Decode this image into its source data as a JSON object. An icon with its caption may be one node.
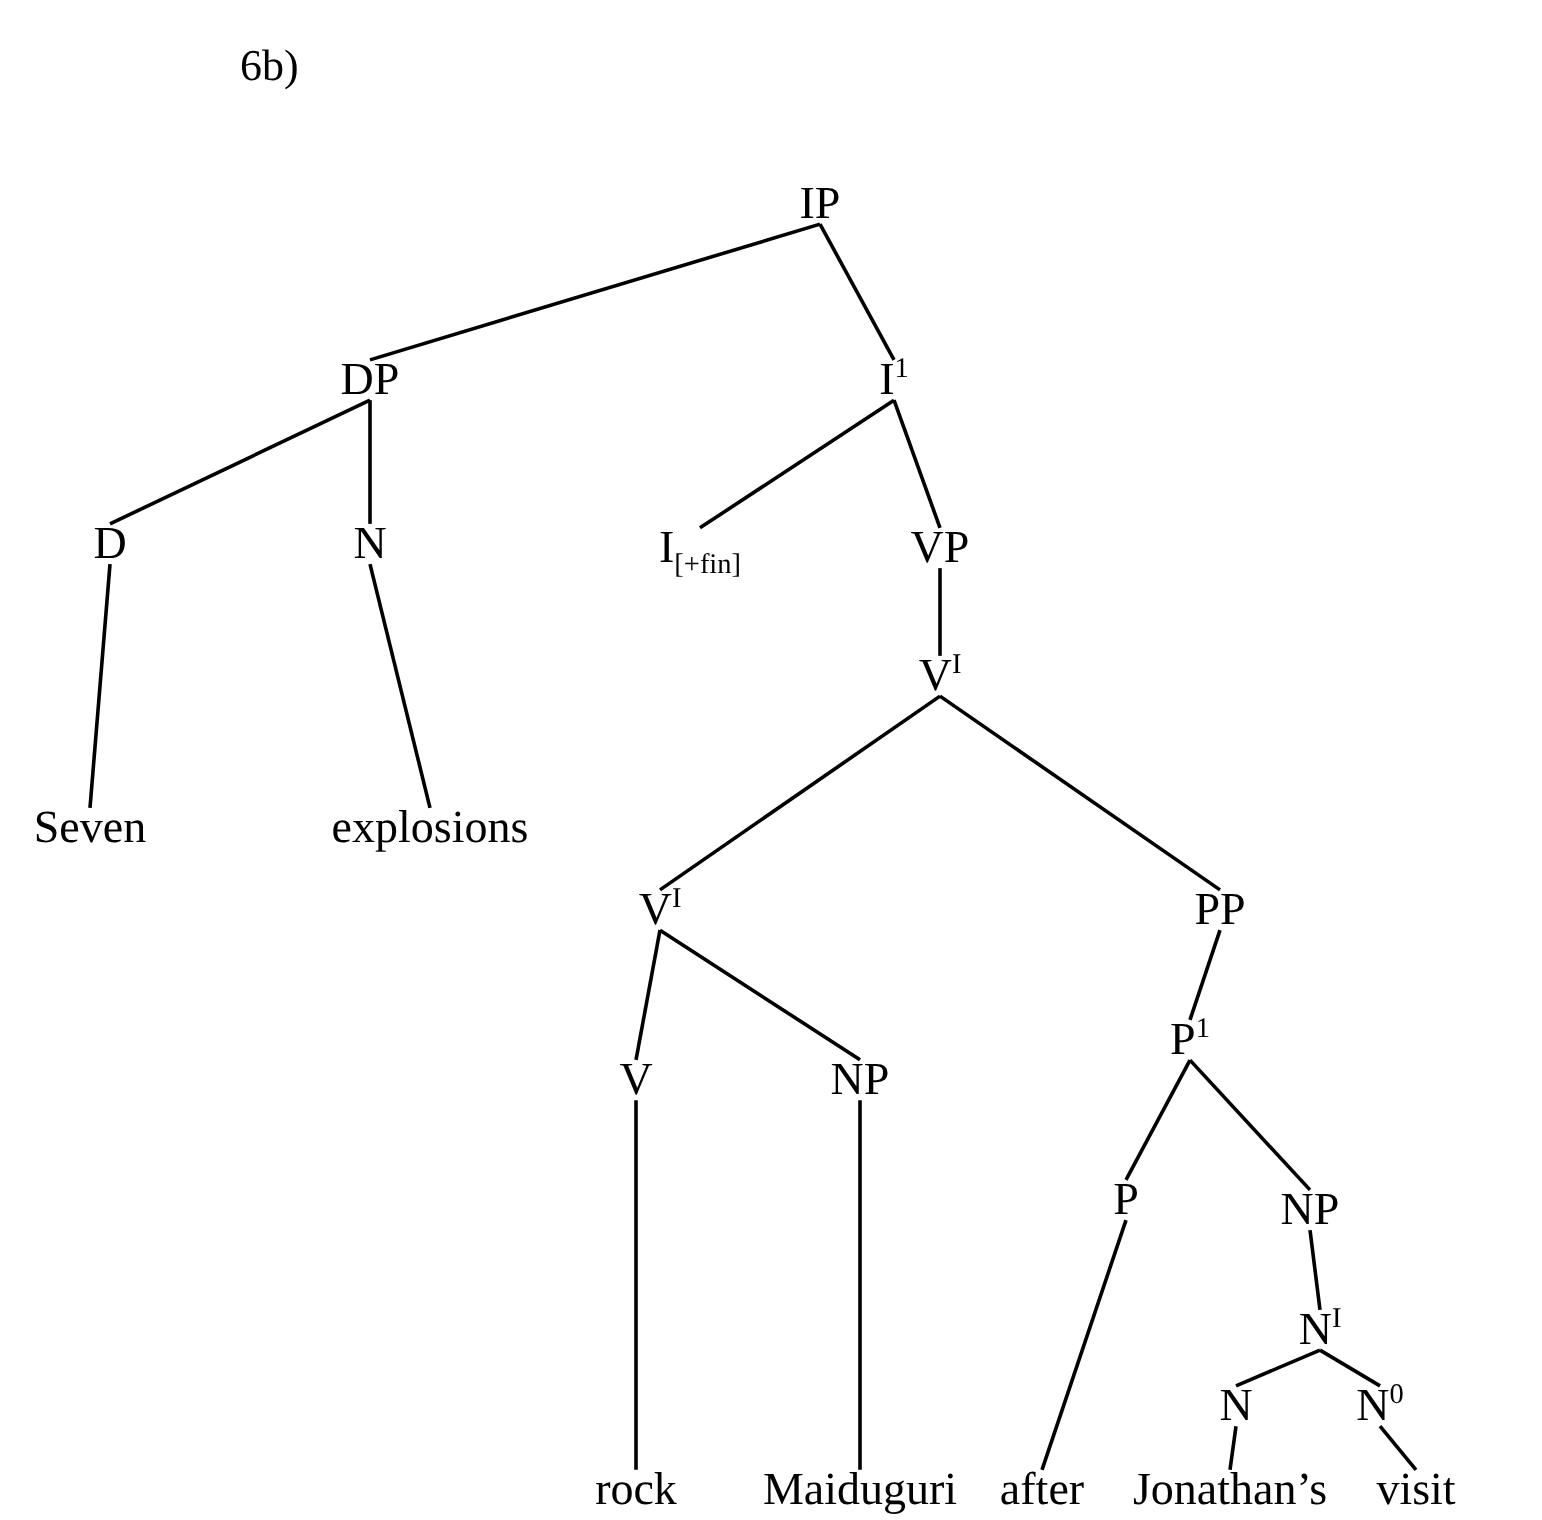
{
  "diagram": {
    "title": "6b)",
    "nodes": [
      {
        "text": [
          "IP"
        ]
      },
      {
        "text": [
          "DP"
        ]
      },
      {
        "text": [
          "I$^{1}$"
        ]
      },
      {
        "text": [
          "D"
        ]
      },
      {
        "text": [
          "N"
        ]
      },
      {
        "text": [
          "I$_{[+fin]}$"
        ]
      },
      {
        "text": [
          "VP"
        ]
      },
      {
        "text": [
          "V$^{I}$"
        ]
      },
      {
        "text": [
          "Seven"
        ]
      },
      {
        "text": [
          "explosions"
        ]
      },
      {
        "text": [
          "V$^{I}$"
        ]
      },
      {
        "text": [
          "PP"
        ]
      },
      {
        "text": [
          "V"
        ]
      },
      {
        "text": [
          "NP"
        ]
      },
      {
        "text": [
          "P$^{1}$"
        ]
      },
      {
        "text": [
          "P"
        ]
      },
      {
        "text": [
          "NP"
        ]
      },
      {
        "text": [
          "N$^{I}$"
        ]
      },
      {
        "text": [
          "N"
        ]
      },
      {
        "text": [
          "N$^{0}$"
        ]
      },
      {
        "text": [
          "rock"
        ]
      },
      {
        "text": [
          "Maiduguri"
        ]
      },
      {
        "text": [
          "after"
        ]
      },
      {
        "text": [
          "Jonathan’s"
        ]
      },
      {
        "text": [
          "visit"
        ]
      }
    ],
    "edges": [
      {
        "from": 0,
        "to": 1,
        "arrow": "none"
      },
      {
        "from": 0,
        "to": 2,
        "arrow": "none"
      },
      {
        "from": 1,
        "to": 3,
        "arrow": "none"
      },
      {
        "from": 1,
        "to": 4,
        "arrow": "none"
      },
      {
        "from": 2,
        "to": 5,
        "arrow": "none"
      },
      {
        "from": 2,
        "to": 6,
        "arrow": "none"
      },
      {
        "from": 3,
        "to": 8,
        "arrow": "none"
      },
      {
        "from": 4,
        "to": 9,
        "arrow": "none"
      },
      {
        "from": 6,
        "to": 7,
        "arrow": "none"
      },
      {
        "from": 7,
        "to": 10,
        "arrow": "none"
      },
      {
        "from": 7,
        "to": 11,
        "arrow": "none"
      },
      {
        "from": 10,
        "to": 12,
        "arrow": "none"
      },
      {
        "from": 10,
        "to": 13,
        "arrow": "none"
      },
      {
        "from": 11,
        "to": 14,
        "arrow": "none"
      },
      {
        "from": 14,
        "to": 15,
        "arrow": "none"
      },
      {
        "from": 14,
        "to": 16,
        "arrow": "none"
      },
      {
        "from": 12,
        "to": 20,
        "arrow": "none"
      },
      {
        "from": 13,
        "to": 21,
        "arrow": "none"
      },
      {
        "from": 15,
        "to": 22,
        "arrow": "none"
      },
      {
        "from": 16,
        "to": 17,
        "arrow": "none"
      },
      {
        "from": 17,
        "to": 18,
        "arrow": "none"
      },
      {
        "from": 17,
        "to": 19,
        "arrow": "none"
      },
      {
        "from": 18,
        "to": 23,
        "arrow": "none"
      },
      {
        "from": 19,
        "to": 24,
        "arrow": "none"
      }
    ]
  }
}
